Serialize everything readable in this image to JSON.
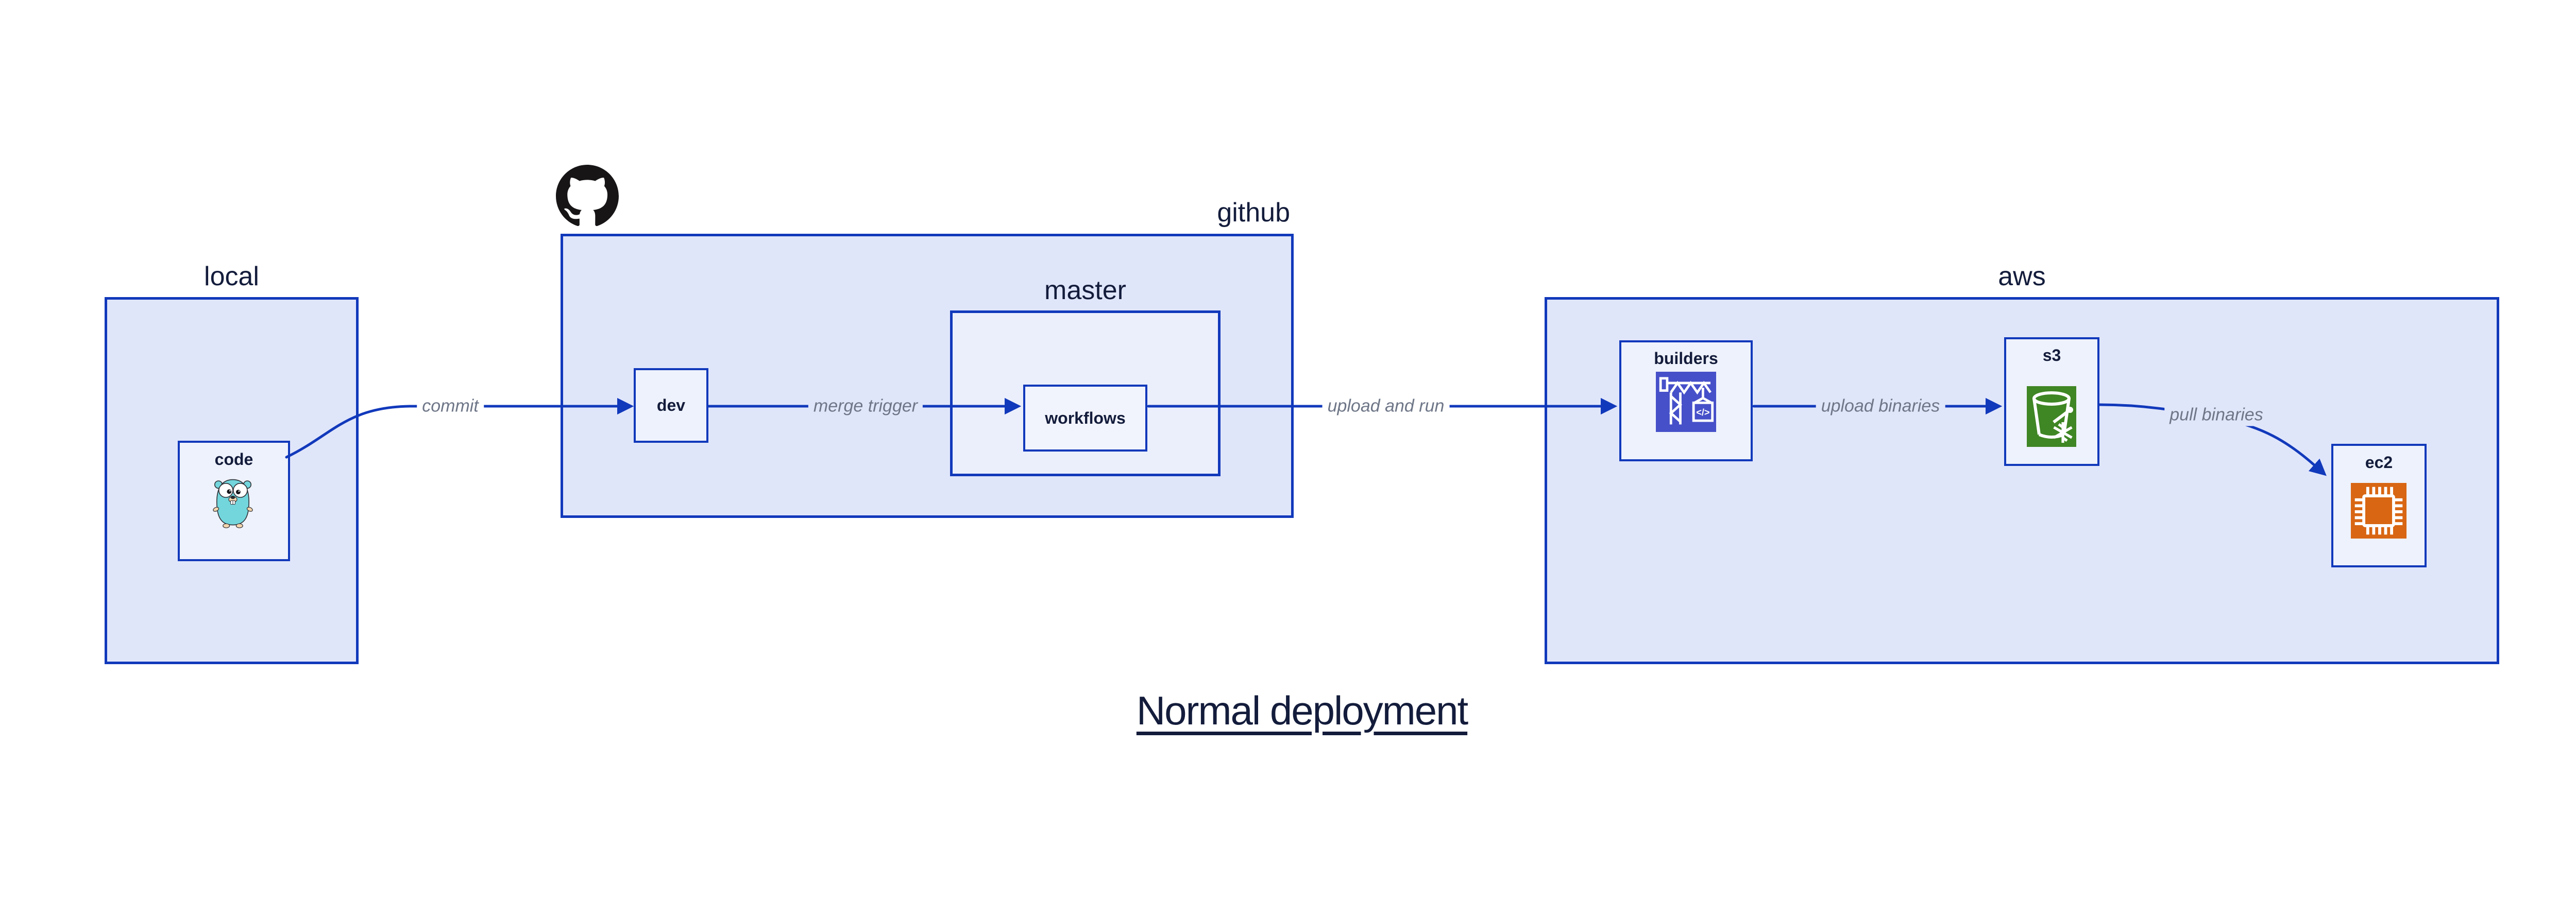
{
  "diagram": {
    "title": "Normal deployment",
    "containers": {
      "local": {
        "label": "local"
      },
      "github": {
        "label": "github"
      },
      "master": {
        "label": "master"
      },
      "aws": {
        "label": "aws"
      }
    },
    "nodes": {
      "code": {
        "label": "code",
        "icon": "go-gopher-icon"
      },
      "dev": {
        "label": "dev"
      },
      "workflows": {
        "label": "workflows"
      },
      "builders": {
        "label": "builders",
        "icon": "codebuild-crane-icon",
        "icon_code_glyph": "</>"
      },
      "s3": {
        "label": "s3",
        "icon": "s3-bucket-snowflake-icon"
      },
      "ec2": {
        "label": "ec2",
        "icon": "ec2-chip-icon"
      }
    },
    "edges": {
      "commit": {
        "label": "commit"
      },
      "merge_trigger": {
        "label": "merge trigger"
      },
      "upload_and_run": {
        "label": "upload and run"
      },
      "upload_binaries": {
        "label": "upload binaries"
      },
      "pull_binaries": {
        "label": "pull binaries"
      }
    },
    "logos": {
      "github_mark": "github-logo-icon"
    }
  },
  "colors": {
    "accent": "#1139bb",
    "container_fill": "#e0e6fa",
    "master_fill": "#ebeffc",
    "node_fill": "#eef2fc",
    "workflows_fill": "#f2f4fd",
    "label_gray": "#6e7687",
    "text_navy": "#131c3b",
    "github_black": "#171515",
    "builders_indigo": "#4650c9",
    "s3_green": "#3f8624",
    "ec2_orange": "#d86613",
    "gopher_teal": "#72d6dc",
    "gopher_beige": "#f3d5ac"
  }
}
